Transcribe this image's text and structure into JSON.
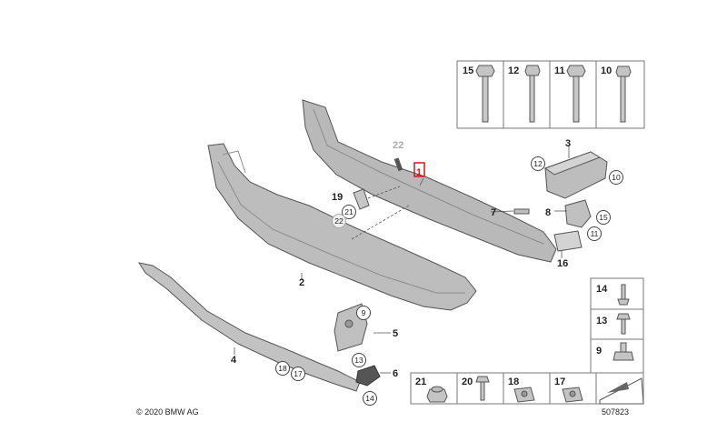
{
  "diagram": {
    "copyright": "© 2020 BMW AG",
    "reference_number": "507823",
    "highlight_color": "#cc1a1a",
    "part_fill": "#b9b9b9",
    "part_stroke": "#555555"
  },
  "callouts": {
    "plain": {
      "c1": "1",
      "c2": "2",
      "c3": "3",
      "c4": "4",
      "c5": "5",
      "c6": "6",
      "c7": "7",
      "c8": "8",
      "c16": "16",
      "c19": "19",
      "c22": "22"
    },
    "circled": {
      "c12": "12",
      "c10": "10",
      "c15": "15",
      "c11": "11",
      "c21": "21",
      "c22": "22",
      "c9": "9",
      "c13": "13",
      "c17": "17",
      "c18": "18",
      "c14": "14"
    }
  },
  "fastener_panel_top": [
    "15",
    "12",
    "11",
    "10"
  ],
  "fastener_panel_right": [
    "14",
    "13",
    "9"
  ],
  "fastener_panel_bottom": [
    "21",
    "20",
    "18",
    "17"
  ]
}
